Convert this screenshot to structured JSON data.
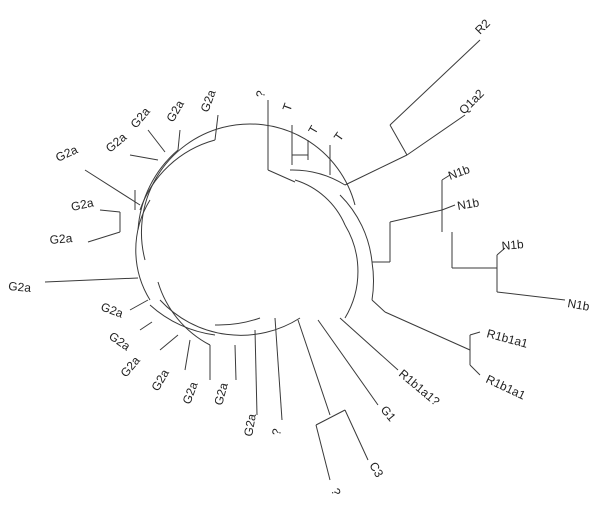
{
  "diagram": {
    "type": "circular-phylogenetic-tree",
    "line_color": "#3a3a3a",
    "text_color": "#222222",
    "tips": [
      {
        "id": "q_top",
        "label": "?"
      },
      {
        "id": "t1",
        "label": "T"
      },
      {
        "id": "t2",
        "label": "T"
      },
      {
        "id": "t3",
        "label": "T"
      },
      {
        "id": "r2",
        "label": "R2"
      },
      {
        "id": "q1a2",
        "label": "Q1a2"
      },
      {
        "id": "n1b_1",
        "label": "N1b"
      },
      {
        "id": "n1b_2",
        "label": "N1b"
      },
      {
        "id": "n1b_3",
        "label": "N1b"
      },
      {
        "id": "n1b_4",
        "label": "N1b"
      },
      {
        "id": "r1b1a1_1",
        "label": "R1b1a1"
      },
      {
        "id": "r1b1a1_2",
        "label": "R1b1a1"
      },
      {
        "id": "r1b1a1_q",
        "label": "R1b1a1?"
      },
      {
        "id": "g1",
        "label": "G1"
      },
      {
        "id": "c3",
        "label": "C3"
      },
      {
        "id": "q_bot",
        "label": "?"
      },
      {
        "id": "q_mid",
        "label": "?"
      },
      {
        "id": "g2a_1",
        "label": "G2a"
      },
      {
        "id": "g2a_2",
        "label": "G2a"
      },
      {
        "id": "g2a_3",
        "label": "G2a"
      },
      {
        "id": "g2a_4",
        "label": "G2a"
      },
      {
        "id": "g2a_5",
        "label": "G2a"
      },
      {
        "id": "g2a_6",
        "label": "G2a"
      },
      {
        "id": "g2a_7",
        "label": "G2a"
      },
      {
        "id": "g2a_8",
        "label": "G2a"
      },
      {
        "id": "g2a_9",
        "label": "G2a"
      },
      {
        "id": "g2a_10",
        "label": "G2a"
      },
      {
        "id": "g2a_11",
        "label": "G2a"
      },
      {
        "id": "g2a_12",
        "label": "G2a"
      },
      {
        "id": "g2a_13",
        "label": "G2a"
      }
    ]
  }
}
